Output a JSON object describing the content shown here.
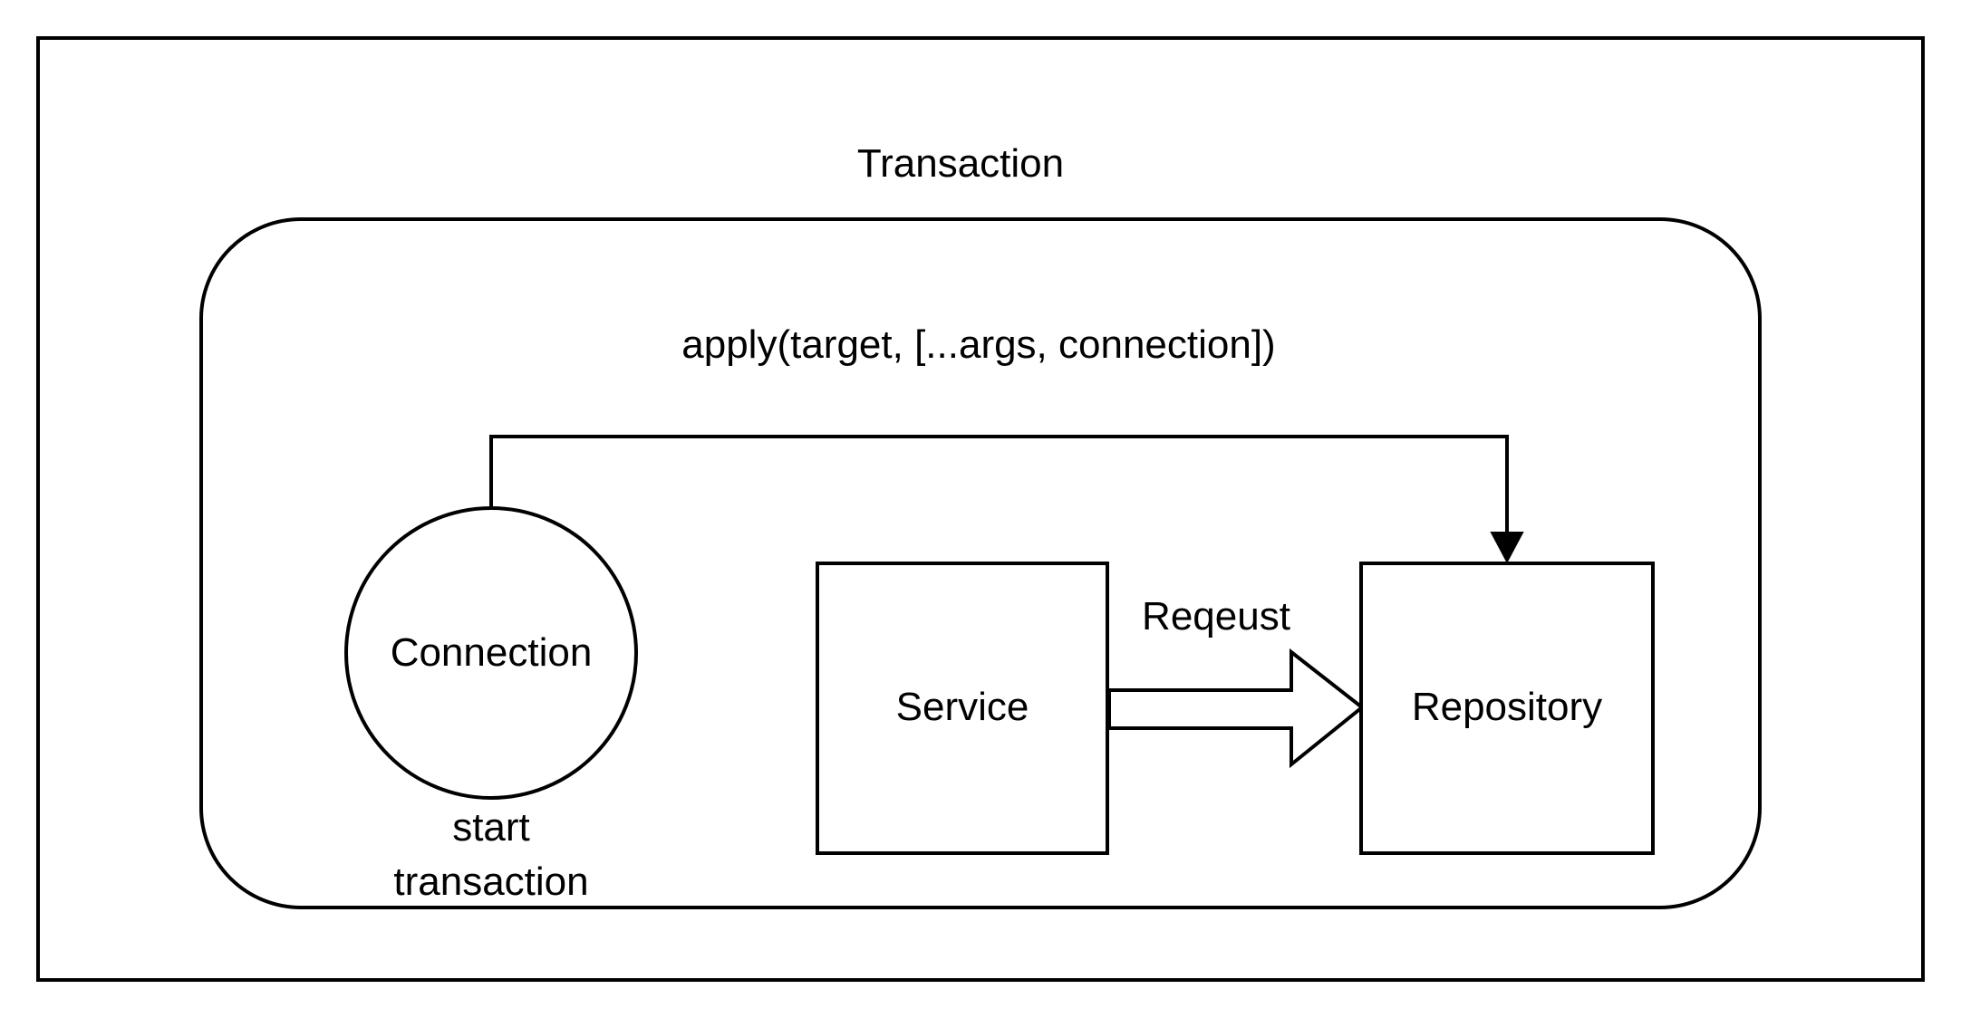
{
  "diagram": {
    "outer_frame": {
      "label": "Transaction"
    },
    "inner_frame": {
      "label": "apply(target, [...args, connection])"
    },
    "nodes": {
      "connection": {
        "label": "Connection",
        "caption_line1": "start",
        "caption_line2": "transaction"
      },
      "service": {
        "label": "Service"
      },
      "repository": {
        "label": "Repository"
      }
    },
    "edges": {
      "service_to_repository": {
        "label": "Reqeust"
      }
    },
    "colors": {
      "stroke": "#000000",
      "fill": "#ffffff"
    }
  }
}
